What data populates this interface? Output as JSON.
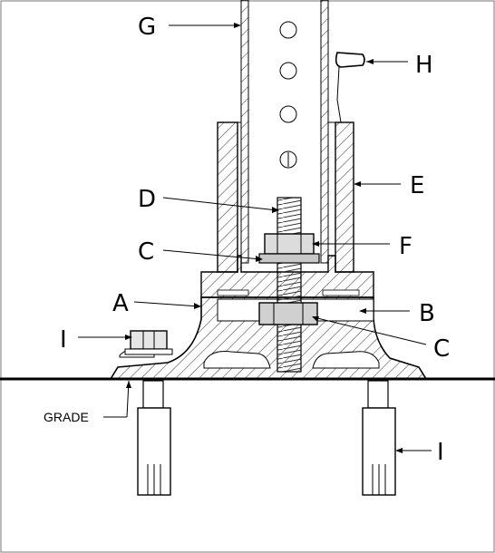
{
  "labels": {
    "A": "A",
    "B": "B",
    "C_upper": "C",
    "C_lower": "C",
    "D": "D",
    "E": "E",
    "F": "F",
    "G": "G",
    "H": "H",
    "I_left": "I",
    "I_right": "I",
    "grade": "GRADE"
  },
  "colors": {
    "line": "#000000",
    "background": "#ffffff",
    "part_fill": "#ffffff",
    "nut_fill": "#d8d8d8",
    "rod_fill": "#bdbdbd"
  }
}
